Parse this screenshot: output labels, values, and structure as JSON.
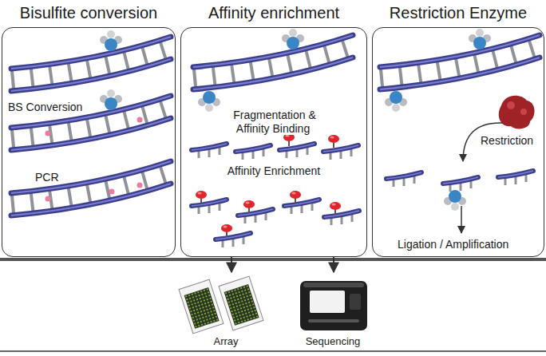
{
  "diagram": {
    "nodes": [
      {
        "text": [
          "Bisulfite conversion",
          "BS Conversion",
          "PCR"
        ]
      },
      {
        "text": [
          "Affinity enrichment",
          "Fragmentation & Affinity Binding",
          "Affinity Enrichment"
        ]
      },
      {
        "text": [
          "Restriction Enzyme",
          "Restriction",
          "Ligation / Amplification"
        ]
      },
      {
        "text": [
          "Array"
        ]
      },
      {
        "text": [
          "Sequencing"
        ]
      }
    ],
    "edges": [
      {
        "from": 1,
        "to": 3,
        "arrow": "to"
      },
      {
        "from": 1,
        "to": 4,
        "arrow": "to"
      }
    ]
  }
}
